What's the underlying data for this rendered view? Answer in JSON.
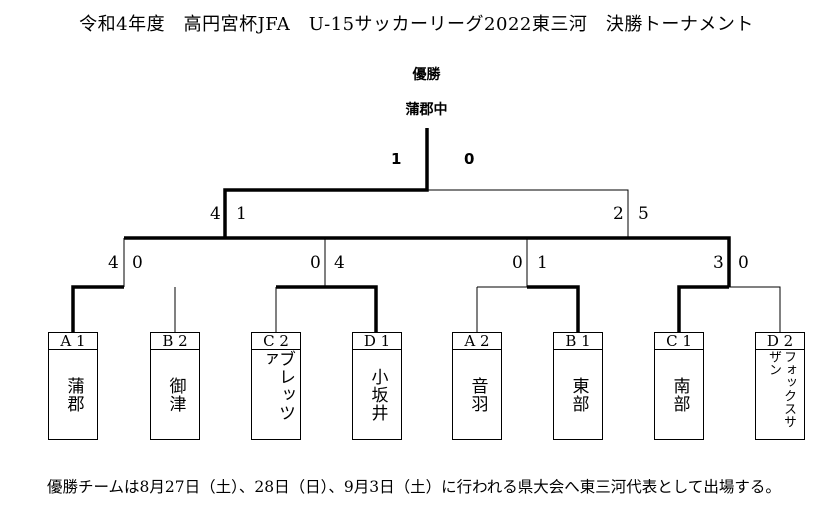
{
  "title": "令和4年度　高円宮杯JFA　U-15サッカーリーグ2022東三河　決勝トーナメント",
  "champion": {
    "label": "優勝",
    "team": "蒲郡中"
  },
  "teams": [
    {
      "seed": "A 1",
      "name": "蒲郡"
    },
    {
      "seed": "B 2",
      "name": "御津"
    },
    {
      "seed": "C 2",
      "name": "ブレッツァ"
    },
    {
      "seed": "D 1",
      "name": "小坂井"
    },
    {
      "seed": "A 2",
      "name": "音羽"
    },
    {
      "seed": "B 1",
      "name": "東部"
    },
    {
      "seed": "C 1",
      "name": "南部"
    },
    {
      "seed": "D 2",
      "name": "フォックスサザン"
    }
  ],
  "scores": {
    "final": [
      "1",
      "0"
    ],
    "semi": [
      [
        "4",
        "1"
      ],
      [
        "2",
        "5"
      ]
    ],
    "quarter": [
      [
        "4",
        "0"
      ],
      [
        "0",
        "4"
      ],
      [
        "0",
        "1"
      ],
      [
        "3",
        "0"
      ]
    ]
  },
  "note": "優勝チームは8月27日（土）、28日（日）、9月3日（土）に行われる県大会へ東三河代表として出場する。"
}
